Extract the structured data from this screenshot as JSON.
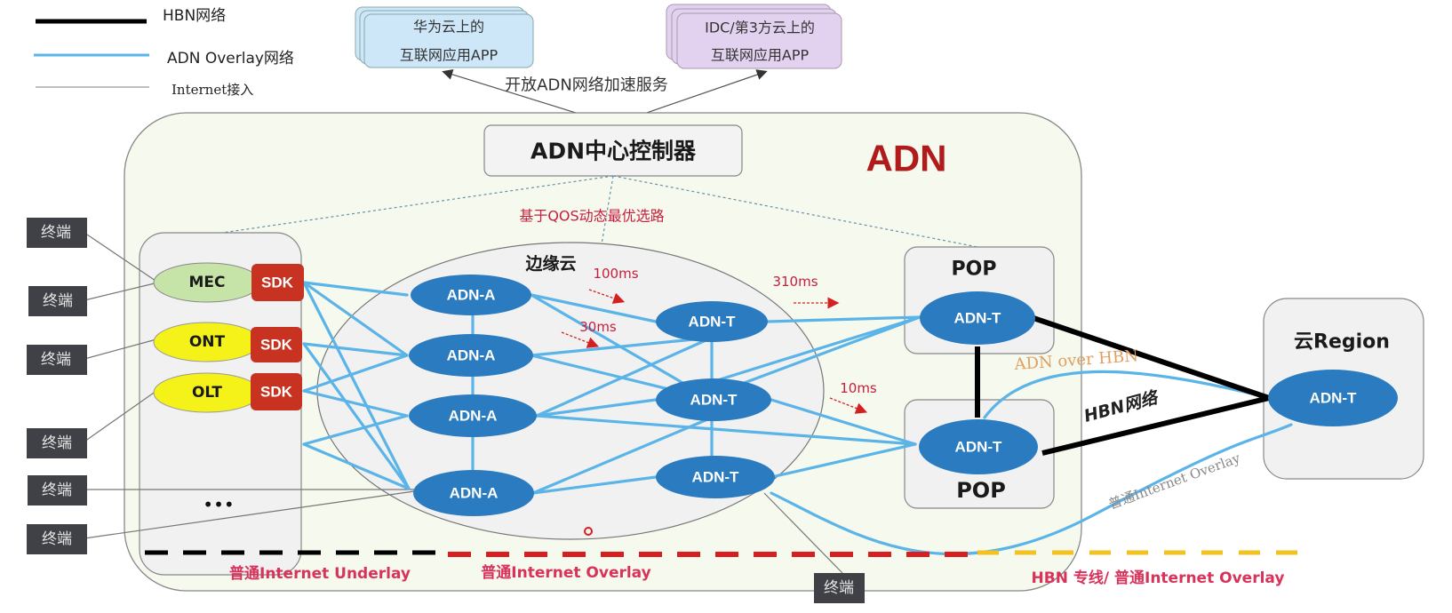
{
  "legend": {
    "items": [
      {
        "label": "HBN网络",
        "color": "#000000",
        "style": "thick"
      },
      {
        "label": "ADN Overlay网络",
        "color": "#5ab4e8",
        "style": "medium"
      },
      {
        "label": "Internet接入",
        "color": "#aaaaaa",
        "style": "thin"
      }
    ]
  },
  "apps": [
    {
      "line1": "华为云上的",
      "line2": "互联网应用APP",
      "color": "#cde6f8"
    },
    {
      "line1": "IDC/第3方云上的",
      "line2": "互联网应用APP",
      "color": "#e2d2f0"
    }
  ],
  "service_label": "开放ADN网络加速服务",
  "controller_label": "ADN中心控制器",
  "adn_title": "ADN",
  "qos_label": "基于QOS动态最优选路",
  "edge_cloud_label": "边缘云",
  "access": {
    "nodes": [
      {
        "label": "MEC",
        "color": "#c6e3a8"
      },
      {
        "label": "ONT",
        "color": "#f5f21a"
      },
      {
        "label": "OLT",
        "color": "#f5f21a"
      }
    ],
    "sdk_label": "SDK",
    "ellipsis": "•••"
  },
  "terminals": [
    "终端",
    "终端",
    "终端",
    "终端",
    "终端",
    "终端",
    "终端"
  ],
  "adn_a_nodes": [
    "ADN-A",
    "ADN-A",
    "ADN-A",
    "ADN-A"
  ],
  "adn_t_nodes": [
    "ADN-T",
    "ADN-T",
    "ADN-T"
  ],
  "pop": {
    "label": "POP",
    "node": "ADN-T"
  },
  "pop2": {
    "label": "POP",
    "node": "ADN-T"
  },
  "region": {
    "label": "云Region",
    "node": "ADN-T"
  },
  "latencies": [
    "100ms",
    "30ms",
    "310ms",
    "10ms"
  ],
  "link_labels": {
    "adn_over_hbn": "ADN over HBN",
    "hbn_network": "HBN网络",
    "internet_overlay": "普通Internet Overlay"
  },
  "bottom_labels": {
    "underlay": "普通Internet  Underlay",
    "overlay": "普通Internet  Overlay",
    "hbn": "HBN 专线/ 普通Internet  Overlay"
  },
  "colors": {
    "node_blue": "#2a7bbf",
    "link_blue": "#5ab4e8",
    "sdk_red": "#c83220",
    "adn_red": "#b01c1c",
    "label_red": "#c81e3c",
    "dash_black": "#000000",
    "dash_red": "#d81e1e",
    "dash_yellow": "#f2c31e",
    "adn_bg": "#f5f9ee",
    "terminal_bg": "#3f4147"
  }
}
